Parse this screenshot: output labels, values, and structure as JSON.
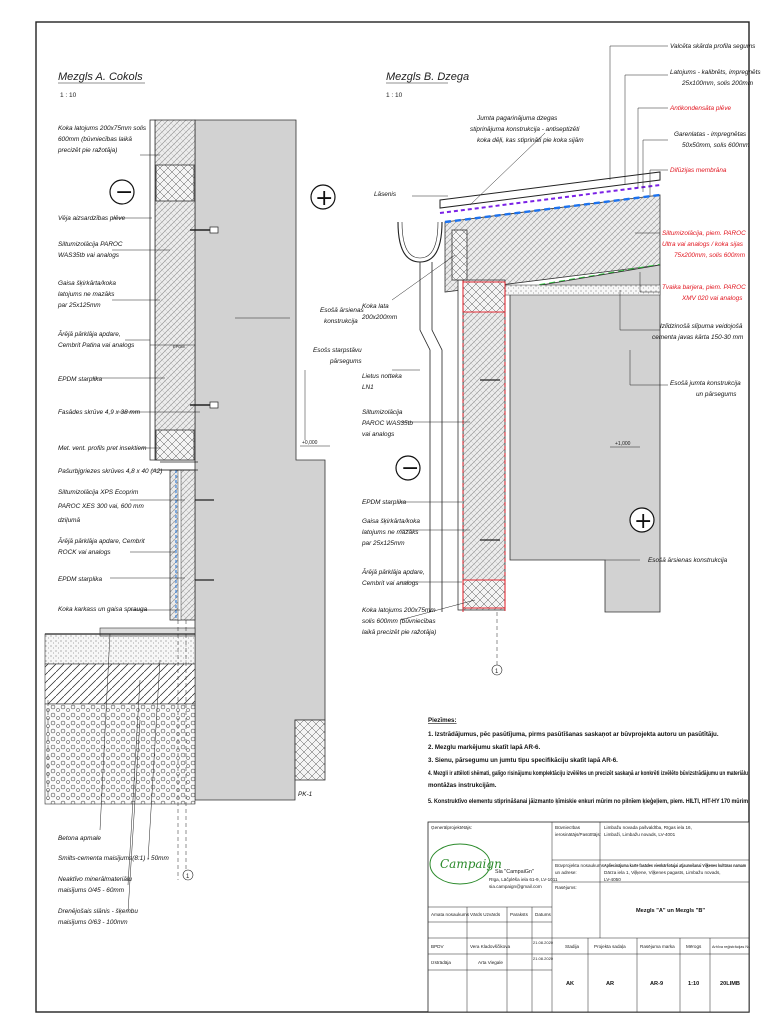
{
  "detail_a": {
    "title": "Mezgls A. Cokols",
    "scale": "1 : 10",
    "labels": [
      "Koka latojums 200x75mm solis",
      "600mm (būvniecības laikā",
      "precizēt pie ražotāja)",
      "Vēja aizsardzības plēve",
      "Siltumizolācija PAROC",
      "WAS35tb vai analogs",
      "Gaisa šķirkārta/koka",
      "latojums ne mazāks",
      "par 25x125mm",
      "Ārējā pārklāja apdare,",
      "Cembrit Patina vai analogs",
      "EPDM starplika",
      "Fasādes skrūve 4,9 x 38 mm",
      "Met. vent. profils pret insektiem",
      "Pašurbjgriezes skrūves 4,8 x 40 (A2)",
      "Siltumizolācija XPS Ecoprim",
      "PAROC XES 300 vai, 600 mm",
      "dziļumā",
      "Ārējā pārklāja apdare, Cembrit",
      "ROCK vai analogs",
      "EPDM starplika",
      "Koka karkass un gaisa sprauga",
      "Betona apmale",
      "Smilts-cementa maisījums(8:1) - 50mm",
      "Neaktīvo minerālmateriālu",
      "maisījums 0/45 - 60mm",
      "Drenējošais slānis - šķembu",
      "maisījums 0/63 - 100mm"
    ],
    "right_labels": [
      "Esošā ārsienas",
      "konstrukcija",
      "Esošs starpstāvu",
      "pārsegums"
    ],
    "level_mark": "+0,000",
    "pk_label": "PK-1",
    "minus_symbol": "−",
    "plus_symbol": "+"
  },
  "detail_b": {
    "title": "Mezgls B. Dzega",
    "scale": "1 : 10",
    "labels_left": [
      "Jumta pagarinājuma dzegas",
      "stiprinājuma konstrukcija - antiseptizēti",
      "koka dēļi, kas stiprināti pie koka sijām",
      "Lāsenis",
      "Koka lata",
      "200x200mm",
      "Lietus notteka",
      "LN1",
      "Siltumizolācija",
      "PAROC WAS35tb",
      "vai analogs",
      "EPDM starplika",
      "Gaisa šķirkārta/koka",
      "latojums ne mazāks",
      "par 25x125mm",
      "Ārējā pārklāja apdare,",
      "Cembrit vai analogs",
      "Koka latojums 200x75mm",
      "solis 600mm (būvniecības",
      "laikā precizēt pie ražotāja)"
    ],
    "labels_right": [
      "Valcēta skārda profila segums",
      "Latojums - kalibrēts, impregnēts",
      "25x100mm, solis 200mm",
      "Antikondensāta plēve",
      "Garenlatas - impregnētas",
      "50x50mm, solis 600mm",
      "Difūzijas membrāna",
      "Siltumizolācija, piem. PAROC",
      "Ultra vai analogs / koka sijas",
      "75x200mm, solis 600mm",
      "Tvaika barjera, piem. PAROC",
      "XMV 020 vai analogs",
      "Izlīdzinošā slīpuma veidojošā",
      "cementa javas kārta 150-30 mm",
      "Esošā jumta konstrukcija",
      "un pārsegums",
      "Esošā ārsienas konstrukcija"
    ],
    "level_mark": "+1,000",
    "section_mark": "1",
    "minus_symbol": "−",
    "plus_symbol": "+"
  },
  "notes": {
    "heading": "Piezīmes:",
    "items": [
      "1. Izstrādājumus, pēc pasūtījuma, pirms pasūtīšanas saskaņot ar būvprojekta autoru un pasūtītāju.",
      "2. Mezglu markējumu skatīt lapā AR-6.",
      "3. Sienu, pārsegumu un jumtu tipu specifikāciju skatīt lapā AR-6.",
      "4. Mezgli ir attēloti shēmati, galīgo risinājumu komplektāciju izvēlētes un precizēt saskaņā ar konkrēti izvēlēto būvizstrādājumu un materiālu",
      "montāžas instrukcijām.",
      "5. Konstruktīvo elementu stiprināšanai jāizmanto ķīmiskie enkuri mūrim no pilnīem ķieģeļiem, piem. HILTI, HIT-HY 170 mūrim"
    ]
  },
  "title_block": {
    "general_designer_label": "Ģenerālprojektētājs:",
    "logo_text": "Campaign",
    "company_name": "Sia \"CampaiGn\"",
    "company_address_1": "Rīga, Lāčplēša iela 61-9, LV-1011",
    "company_address_2": "sia.campaign@gmail.com",
    "client_label_1": "Būvniecības",
    "client_label_2": "ierosinātājs/Pasūtītājs:",
    "client_value_1": "Limbažu novada pašvaldība, Rīgas iela 16,",
    "client_value_2": "Limbaži, Limbažu novads, LV-4001",
    "object_label_1": "Būvprojekta nosaukums",
    "object_label_2": "un adrese:",
    "object_value_1": "Apliecinājuma karte fasādes vienkāršotajai atjaunošanai Viļķenes kultūras namam",
    "object_value_2": "Dārza iela 1, Viļķene, Viļķenes pagasts, Limbažu novads,",
    "object_value_3": "LV-4050",
    "drawing_label": "Rasējums:",
    "drawing_title": "Mezgls \"A\" un Mezgls \"B\"",
    "rev_headers": [
      "Amata nosaukums",
      "Vārds Uzvārds",
      "Paraksts",
      "Datums"
    ],
    "rows": [
      {
        "role": "BPDV",
        "name": "Vera Kladovščikova",
        "date": "21.08.2020"
      },
      {
        "role": "Izstrādāja",
        "name": "Arta Viegale",
        "date": "21.08.2020"
      }
    ],
    "col_headers": [
      "Stadija",
      "Projekta sadaļa",
      "Rasējuma marka",
      "Mērogs",
      "Arhīva reģistrācijas Nr."
    ],
    "col_values": [
      "AK",
      "AR",
      "AR-9",
      "1:10",
      "20LIMB"
    ]
  }
}
